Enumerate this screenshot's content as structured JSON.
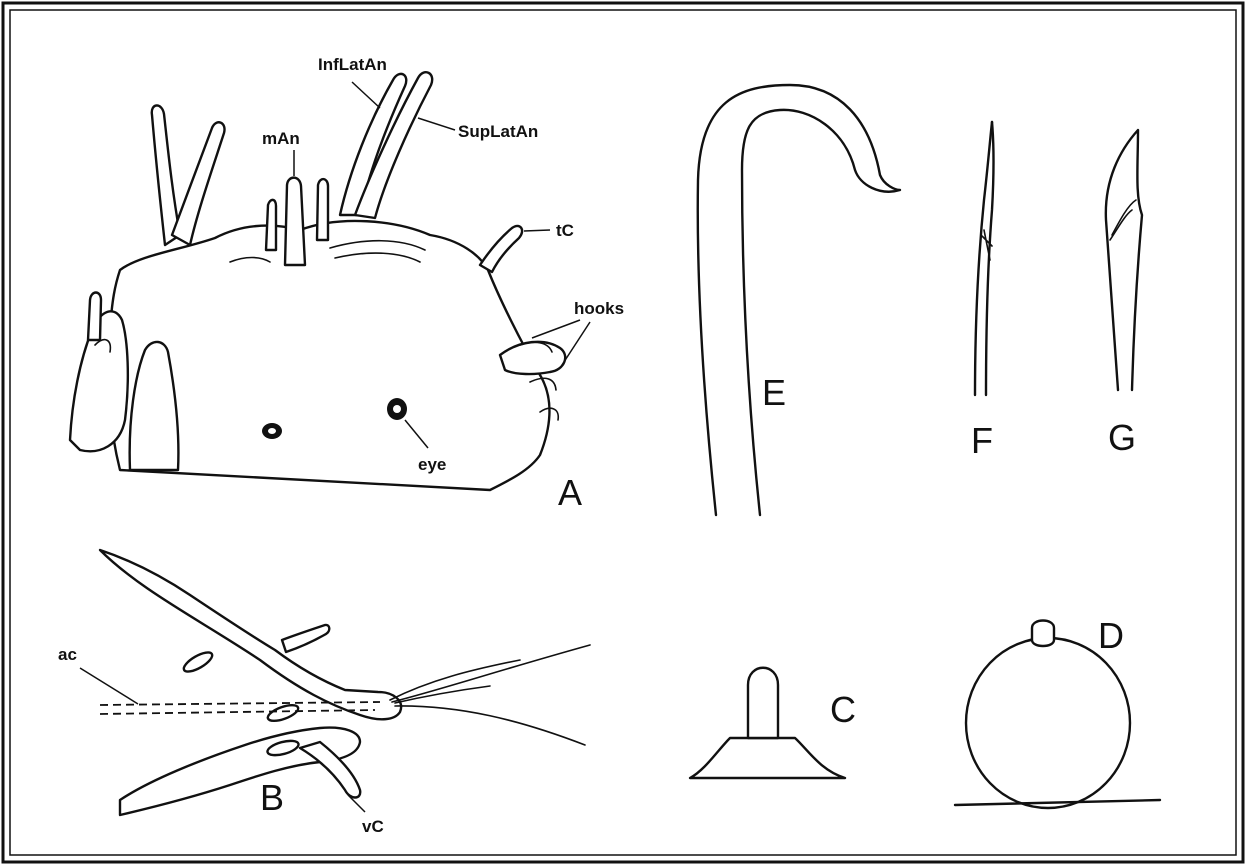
{
  "panels": {
    "A": "A",
    "B": "B",
    "C": "C",
    "D": "D",
    "E": "E",
    "F": "F",
    "G": "G"
  },
  "labels": {
    "inf_lat_an": "InfLatAn",
    "sup_lat_an": "SupLatAn",
    "m_an": "mAn",
    "t_c": "tC",
    "hooks": "hooks",
    "eye": "eye",
    "ac": "ac",
    "v_c": "vC"
  }
}
